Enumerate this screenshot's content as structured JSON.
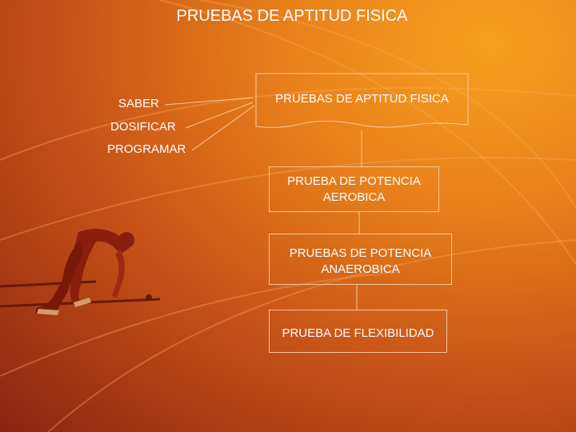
{
  "title": "PRUEBAS DE APTITUD FISICA",
  "left_labels": [
    "SABER",
    "DOSIFICAR",
    "PROGRAMAR"
  ],
  "doc_box": "PRUEBAS DE APTITUD FISICA",
  "boxes": [
    {
      "lines": [
        "PRUEBA DE POTENCIA",
        "AEROBICA"
      ]
    },
    {
      "lines": [
        "PRUEBAS DE POTENCIA",
        "ANAEROBICA"
      ]
    },
    {
      "lines": [
        "PRUEBA DE FLEXIBILIDAD"
      ]
    }
  ],
  "colors": {
    "text": "#ffffff",
    "line": "#f3c89a",
    "accent": "#e8801a"
  },
  "icons": [
    "sprinter-icon"
  ]
}
